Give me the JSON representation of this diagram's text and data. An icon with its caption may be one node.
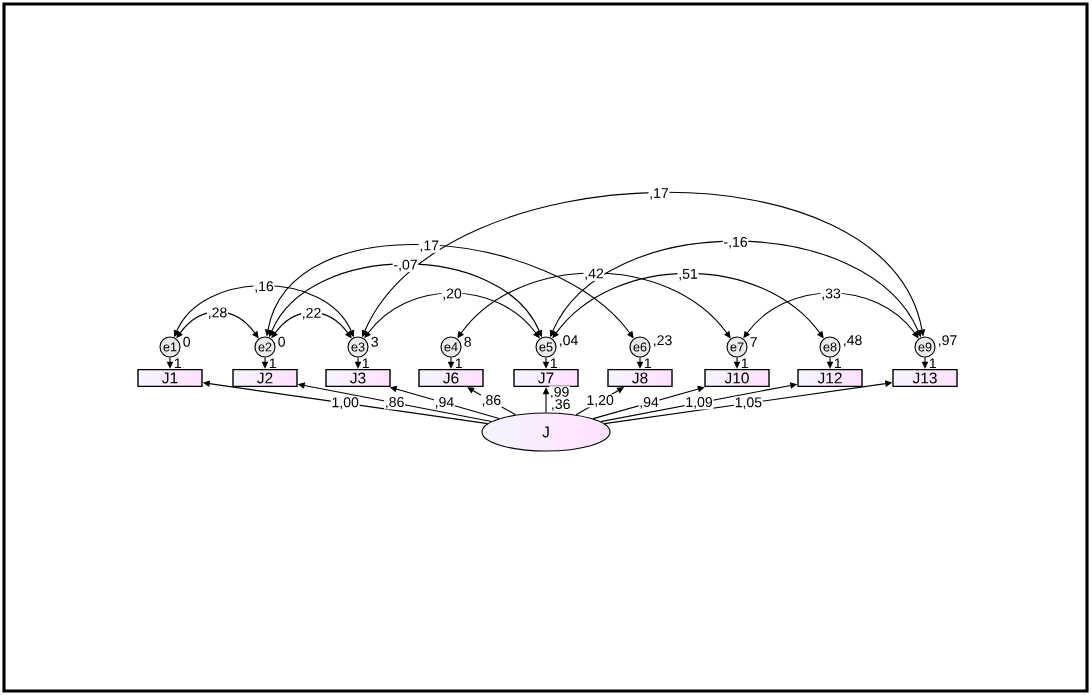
{
  "diagram": {
    "nodes": [
      {
        "text": [
          "e1"
        ],
        "beside": [
          "0"
        ]
      },
      {
        "text": [
          "e2"
        ],
        "beside": [
          "0"
        ]
      },
      {
        "text": [
          "e3"
        ],
        "beside": [
          "3"
        ]
      },
      {
        "text": [
          "e4"
        ],
        "beside": [
          "8"
        ]
      },
      {
        "text": [
          "e5"
        ],
        "beside": [
          ",04"
        ]
      },
      {
        "text": [
          "e6"
        ],
        "beside": [
          ",23"
        ]
      },
      {
        "text": [
          "e7"
        ],
        "beside": [
          "7"
        ]
      },
      {
        "text": [
          "e8"
        ],
        "beside": [
          ",48"
        ]
      },
      {
        "text": [
          "e9"
        ],
        "beside": [
          ",97"
        ]
      },
      {
        "text": [
          "J1"
        ]
      },
      {
        "text": [
          "J2"
        ]
      },
      {
        "text": [
          "J3"
        ]
      },
      {
        "text": [
          "J6"
        ]
      },
      {
        "text": [
          "J7"
        ]
      },
      {
        "text": [
          "J8"
        ]
      },
      {
        "text": [
          "J10"
        ]
      },
      {
        "text": [
          "J12"
        ]
      },
      {
        "text": [
          "J13"
        ]
      },
      {
        "text": [
          "J"
        ],
        "beside": [
          ",36"
        ]
      }
    ],
    "edges": [
      {
        "from": 0,
        "to": 9,
        "arrow": "to",
        "label": "1"
      },
      {
        "from": 1,
        "to": 10,
        "arrow": "to",
        "label": "1"
      },
      {
        "from": 2,
        "to": 11,
        "arrow": "to",
        "label": "1"
      },
      {
        "from": 3,
        "to": 12,
        "arrow": "to",
        "label": "1"
      },
      {
        "from": 4,
        "to": 13,
        "arrow": "to",
        "label": "1"
      },
      {
        "from": 5,
        "to": 14,
        "arrow": "to",
        "label": "1"
      },
      {
        "from": 6,
        "to": 15,
        "arrow": "to",
        "label": "1"
      },
      {
        "from": 7,
        "to": 16,
        "arrow": "to",
        "label": "1"
      },
      {
        "from": 8,
        "to": 17,
        "arrow": "to",
        "label": "1"
      },
      {
        "from": 18,
        "to": 9,
        "arrow": "to",
        "label": "1,00"
      },
      {
        "from": 18,
        "to": 10,
        "arrow": "to",
        "label": ",86"
      },
      {
        "from": 18,
        "to": 11,
        "arrow": "to",
        "label": ",94"
      },
      {
        "from": 18,
        "to": 12,
        "arrow": "to",
        "label": ",86"
      },
      {
        "from": 18,
        "to": 13,
        "arrow": "to",
        "label": ",99"
      },
      {
        "from": 18,
        "to": 14,
        "arrow": "to",
        "label": "1,20"
      },
      {
        "from": 18,
        "to": 15,
        "arrow": "to",
        "label": ",94"
      },
      {
        "from": 18,
        "to": 16,
        "arrow": "to",
        "label": "1,09"
      },
      {
        "from": 18,
        "to": 17,
        "arrow": "to",
        "label": "1,05"
      },
      {
        "from": 0,
        "to": 1,
        "arrow": "both",
        "label": ",28"
      },
      {
        "from": 0,
        "to": 2,
        "arrow": "both",
        "label": ",16"
      },
      {
        "from": 1,
        "to": 2,
        "arrow": "both",
        "label": ",22"
      },
      {
        "from": 1,
        "to": 4,
        "arrow": "both",
        "label": "-,07"
      },
      {
        "from": 2,
        "to": 4,
        "arrow": "both",
        "label": ",20"
      },
      {
        "from": 1,
        "to": 5,
        "arrow": "both",
        "label": ",17"
      },
      {
        "from": 2,
        "to": 8,
        "arrow": "both",
        "label": ",17"
      },
      {
        "from": 4,
        "to": 8,
        "arrow": "both",
        "label": "-,16"
      },
      {
        "from": 3,
        "to": 6,
        "arrow": "both",
        "label": ",42"
      },
      {
        "from": 4,
        "to": 7,
        "arrow": "both",
        "label": ",51"
      },
      {
        "from": 6,
        "to": 8,
        "arrow": "both",
        "label": ",33"
      }
    ]
  }
}
